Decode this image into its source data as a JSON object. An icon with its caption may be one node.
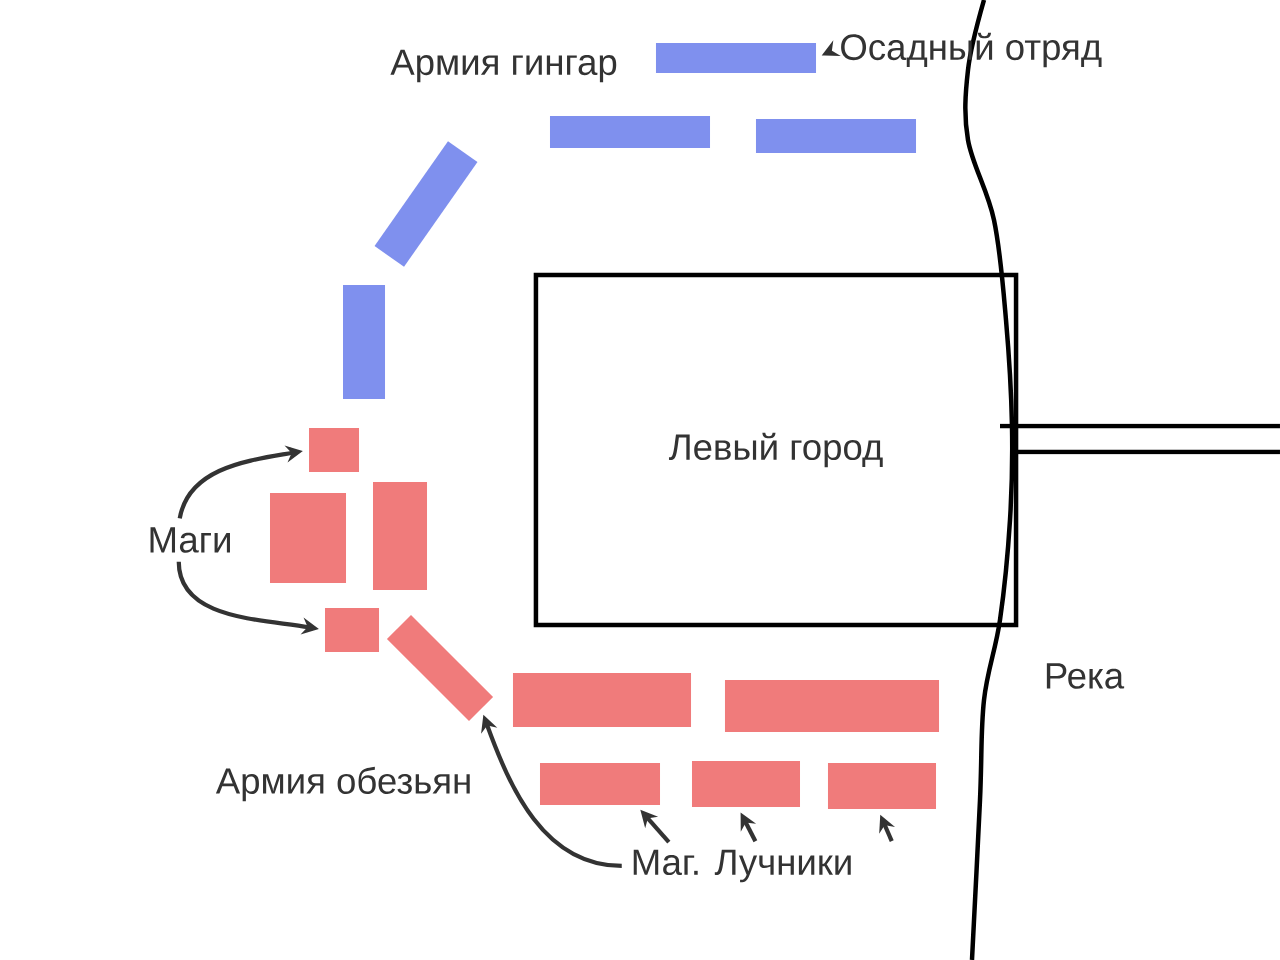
{
  "diagram": {
    "nodes": [
      {
        "text": [
          "Левый город"
        ]
      },
      {
        "text": [
          "Маги"
        ]
      },
      {
        "text": [
          "Осадный отряд"
        ]
      },
      {
        "text": [
          "Маг. Лучники"
        ]
      },
      {
        "text": [],
        "shape": "box"
      },
      {
        "text": [],
        "shape": "box"
      },
      {
        "text": [],
        "shape": "box"
      },
      {
        "text": [],
        "shape": "box"
      },
      {
        "text": [],
        "shape": "box"
      },
      {
        "text": [],
        "shape": "box"
      },
      {
        "text": [],
        "shape": "box"
      },
      {
        "text": [],
        "shape": "box"
      },
      {
        "text": [],
        "shape": "box"
      },
      {
        "text": [],
        "shape": "box"
      },
      {
        "text": [],
        "shape": "box"
      },
      {
        "text": [],
        "shape": "box"
      },
      {
        "text": [],
        "shape": "box"
      },
      {
        "text": [],
        "shape": "box"
      },
      {
        "text": [],
        "shape": "box"
      }
    ],
    "edges": [
      {
        "from": 2,
        "to": 4,
        "arrow": "to"
      },
      {
        "from": 1,
        "to": 9,
        "arrow": "to"
      },
      {
        "from": 1,
        "to": 12,
        "arrow": "to"
      },
      {
        "from": 3,
        "to": 13,
        "arrow": "to"
      },
      {
        "from": 3,
        "to": 16,
        "arrow": "to"
      },
      {
        "from": 3,
        "to": 17,
        "arrow": "to"
      },
      {
        "from": 3,
        "to": 18,
        "arrow": "to"
      }
    ],
    "labels": [
      "Армия гингар",
      "Армия обезьян",
      "Река"
    ]
  }
}
